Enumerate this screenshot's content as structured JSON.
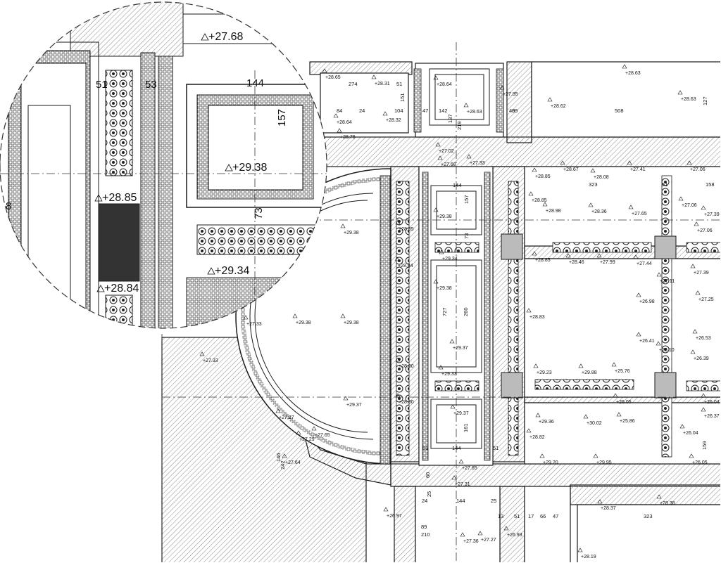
{
  "colors": {
    "ink": "#1a1a1a",
    "paper": "#ffffff",
    "hatch": "#8a8a8a"
  },
  "magnifier": {
    "elevations": [
      "+27.68",
      "+29.38",
      "+28.85",
      "+29.34",
      "+28.84"
    ],
    "dims": [
      "144",
      "157",
      "51",
      "53",
      "73",
      "8"
    ]
  },
  "elevations": [
    "+28.65",
    "+28.64",
    "+28.76",
    "+28.31",
    "+28.32",
    "+28.64",
    "+28.63",
    "+27.85",
    "+28.62",
    "+28.63",
    "+28.63",
    "+27.02",
    "+27.68",
    "+27.33",
    "+28.85",
    "+28.67",
    "+28.08",
    "+27.41",
    "+27.06",
    "+28.85",
    "+28.98",
    "+28.36",
    "+27.65",
    "+27.06",
    "+27.39",
    "+27.06",
    "+28.85",
    "+29.38",
    "+29.38",
    "+28.84",
    "+29.34",
    "+29.38",
    "+28.85",
    "+28.46",
    "+27.99",
    "+27.44",
    "+27.39",
    "+27.11",
    "+27.25",
    "+26.98",
    "+28.83",
    "+29.38",
    "+29.38",
    "+27.33",
    "+27.33",
    "+29.37",
    "+26.41",
    "+26.10",
    "+26.53",
    "+26.39",
    "+28.80",
    "+29.33",
    "+29.23",
    "+29.88",
    "+25.76",
    "+28.80",
    "+29.37",
    "+29.37",
    "+26.05",
    "+26.04",
    "+27.27",
    "+29.36",
    "+30.02",
    "+25.86",
    "+26.37",
    "+27.29",
    "+27.65",
    "+28.82",
    "+26.04",
    "+27.64",
    "+29.20",
    "+29.95",
    "+26.05",
    "+27.65",
    "+27.31",
    "+28.37",
    "+28.38",
    "+26.97",
    "+27.36",
    "+27.27",
    "+26.93",
    "+28.19"
  ],
  "dims": [
    "274",
    "51",
    "151",
    "104",
    "142",
    "47",
    "24",
    "84",
    "40",
    "39",
    "508",
    "127",
    "219",
    "137",
    "144",
    "157",
    "323",
    "51",
    "158",
    "73",
    "727",
    "260",
    "161",
    "144",
    "51",
    "51",
    "159",
    "146",
    "242",
    "60",
    "25",
    "144",
    "25",
    "24",
    "89",
    "210",
    "51",
    "17",
    "66",
    "47",
    "13",
    "323"
  ]
}
